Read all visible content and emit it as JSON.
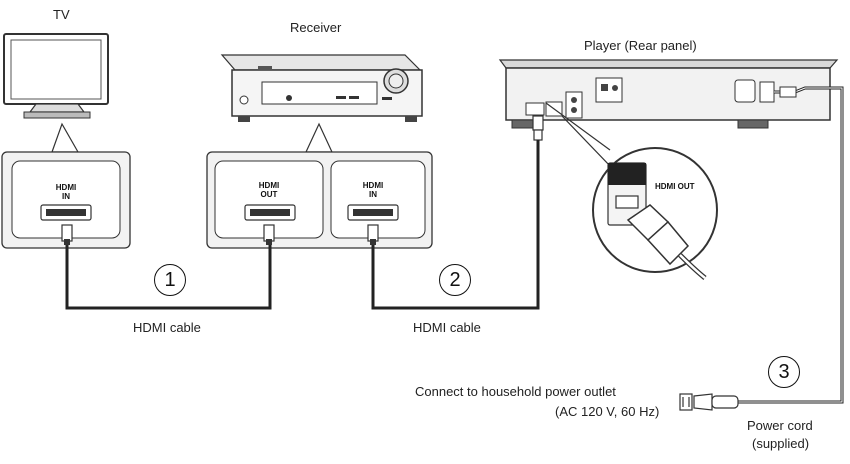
{
  "devices": {
    "tv": "TV",
    "receiver": "Receiver",
    "player": "Player (Rear panel)"
  },
  "ports": {
    "tv_in": "HDMI\nIN",
    "receiver_out": "HDMI\nOUT",
    "receiver_in": "HDMI\nIN",
    "player_out": "HDMI OUT"
  },
  "steps": [
    "1",
    "2",
    "3"
  ],
  "cables": {
    "cable1": "HDMI cable",
    "cable2": "HDMI cable"
  },
  "power": {
    "outlet_line1": "Connect to household power outlet",
    "outlet_line2": "(AC 120 V, 60 Hz)",
    "cord_line1": "Power cord",
    "cord_line2": "(supplied)"
  }
}
